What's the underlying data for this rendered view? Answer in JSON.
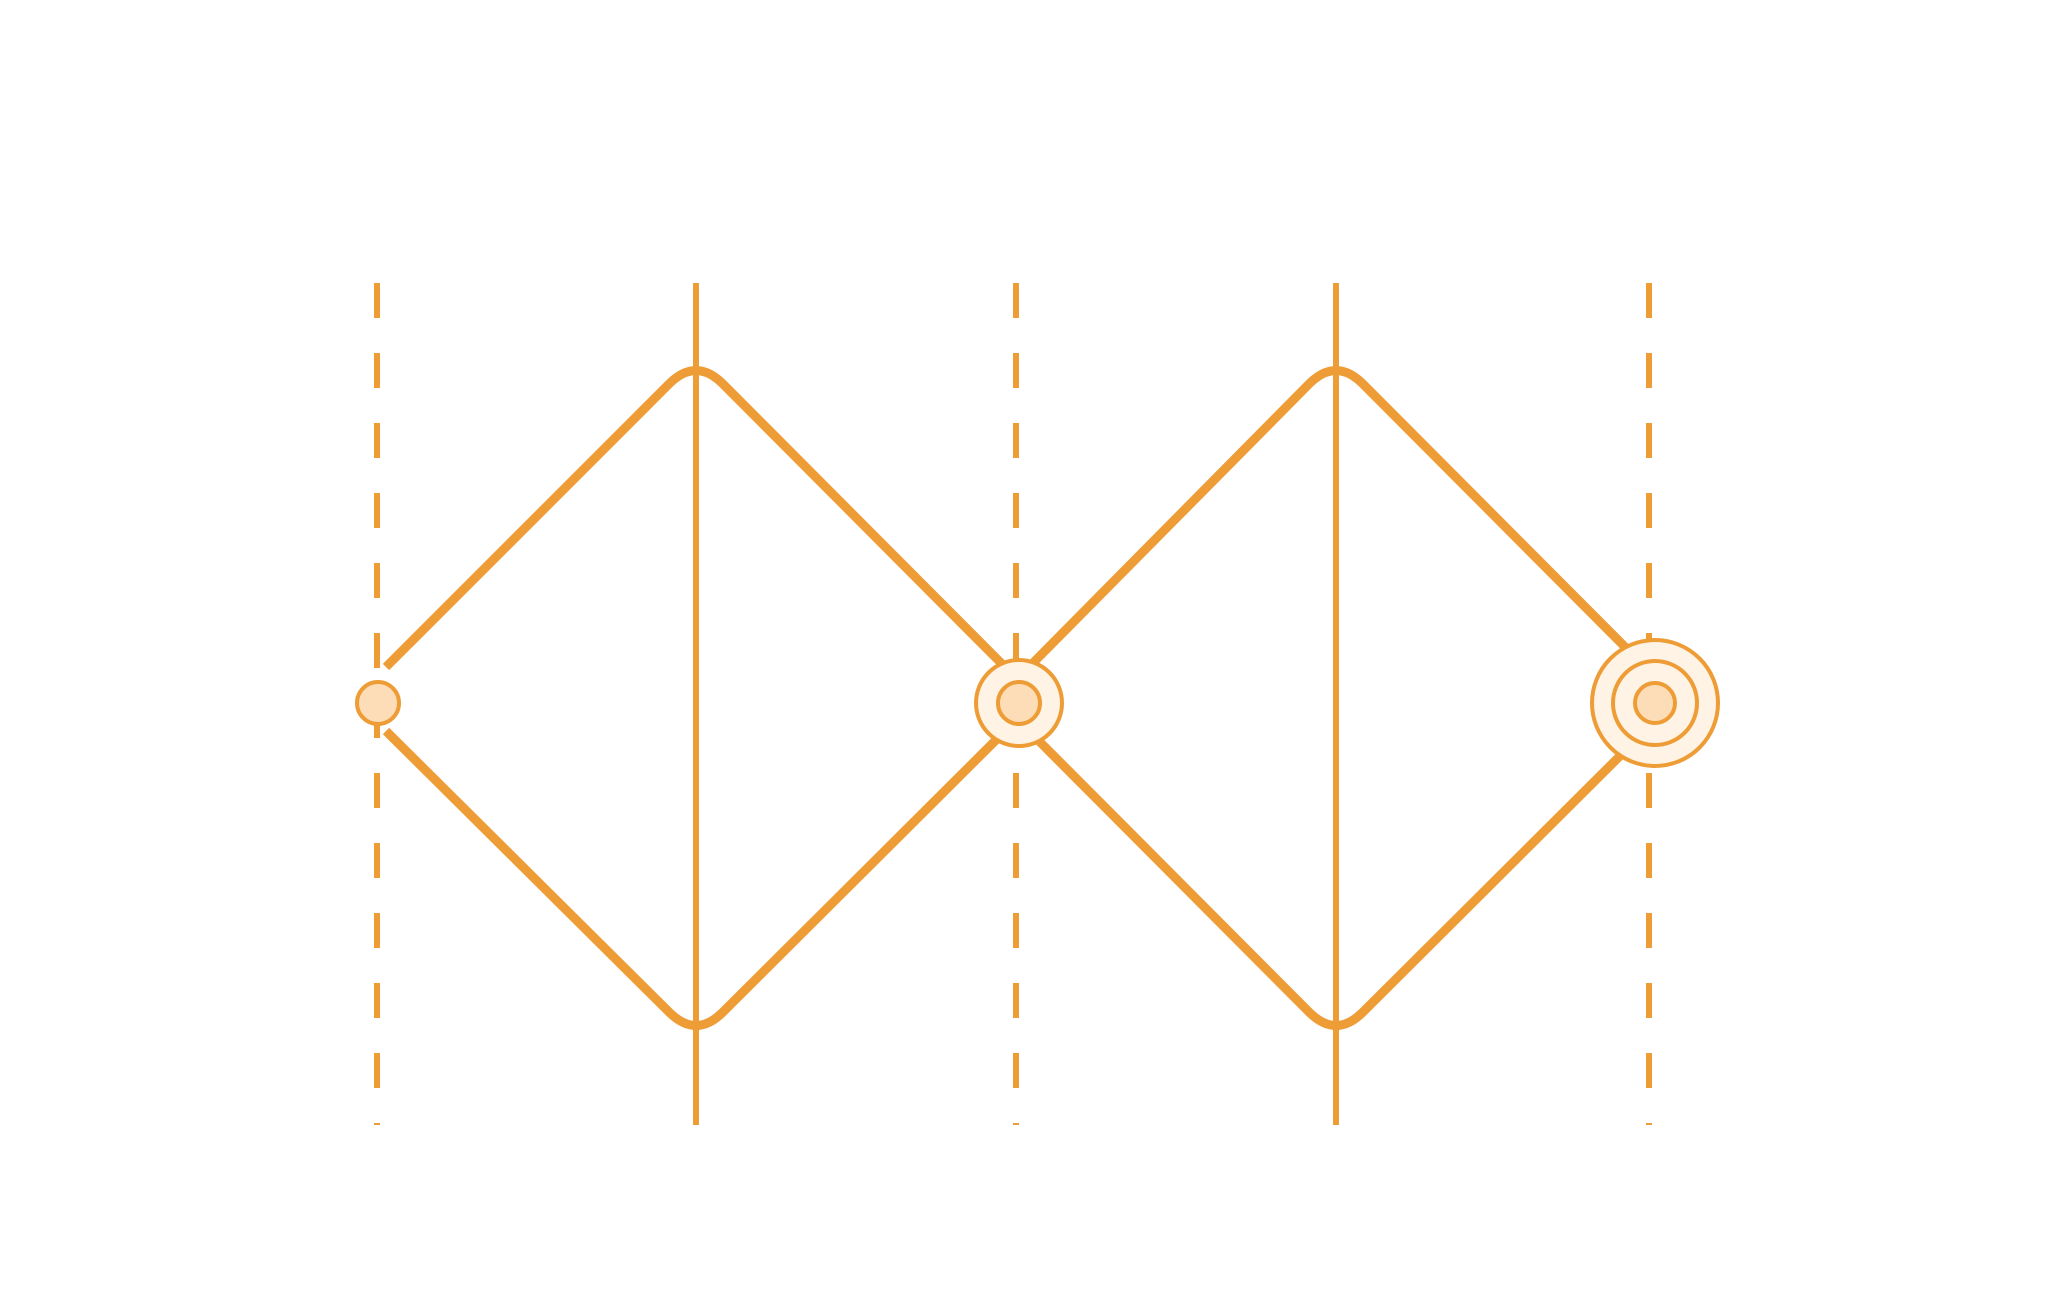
{
  "diagram": {
    "colors": {
      "stroke": "#EE9C36",
      "node_fill_inner": "#FDDDB8",
      "node_fill_outer": "#FEF3E4",
      "background": "#FFFFFF"
    },
    "vertical_lines": [
      {
        "style": "dashed"
      },
      {
        "style": "solid"
      },
      {
        "style": "dashed"
      },
      {
        "style": "solid"
      },
      {
        "style": "dashed"
      }
    ],
    "diamonds": 2,
    "nodes": [
      {
        "rings": 1
      },
      {
        "rings": 2
      },
      {
        "rings": 3
      }
    ]
  }
}
